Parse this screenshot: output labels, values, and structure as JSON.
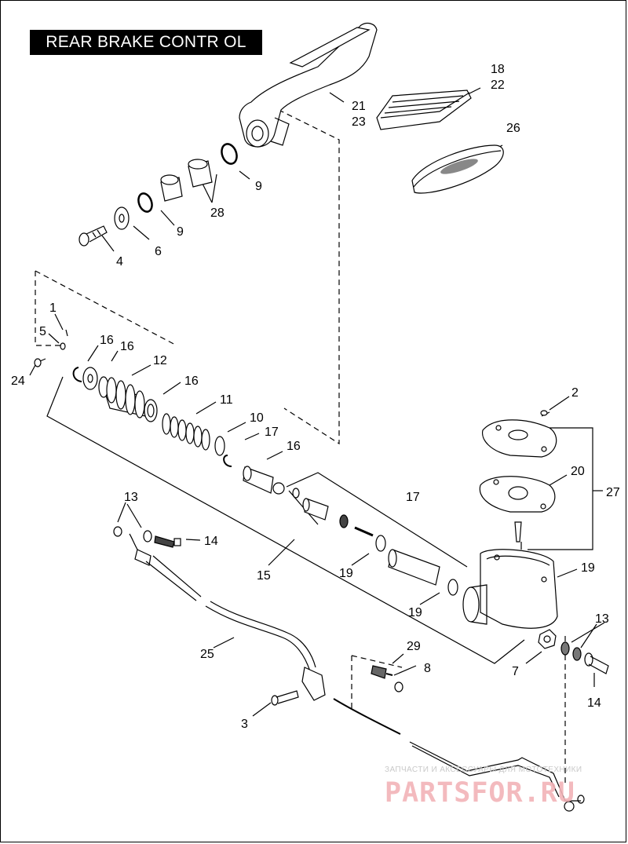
{
  "title": "REAR BRAKE CONTR OL",
  "callouts": {
    "c1": "1",
    "c2": "2",
    "c3": "3",
    "c4": "4",
    "c5": "5",
    "c6": "6",
    "c7": "7",
    "c8": "8",
    "c9a": "9",
    "c9b": "9",
    "c10": "10",
    "c11": "11",
    "c12": "12",
    "c13a": "13",
    "c13b": "13",
    "c14a": "14",
    "c14b": "14",
    "c15": "15",
    "c16a": "16",
    "c16b": "16",
    "c16c": "16",
    "c16d": "16",
    "c17a": "17",
    "c17b": "17",
    "c18": "18",
    "c19a": "19",
    "c19b": "19",
    "c19c": "19",
    "c20": "20",
    "c21": "21",
    "c22": "22",
    "c23": "23",
    "c24": "24",
    "c25": "25",
    "c26": "26",
    "c27": "27",
    "c28": "28",
    "c29": "29"
  },
  "watermark": {
    "caption": "ЗАПЧАСТИ И АКСЕССУАРЫ ДЛЯ МОТОТЕХНИКИ",
    "logo": "PARTSFOR.RU",
    "logo_color": "#f2b3b7"
  }
}
